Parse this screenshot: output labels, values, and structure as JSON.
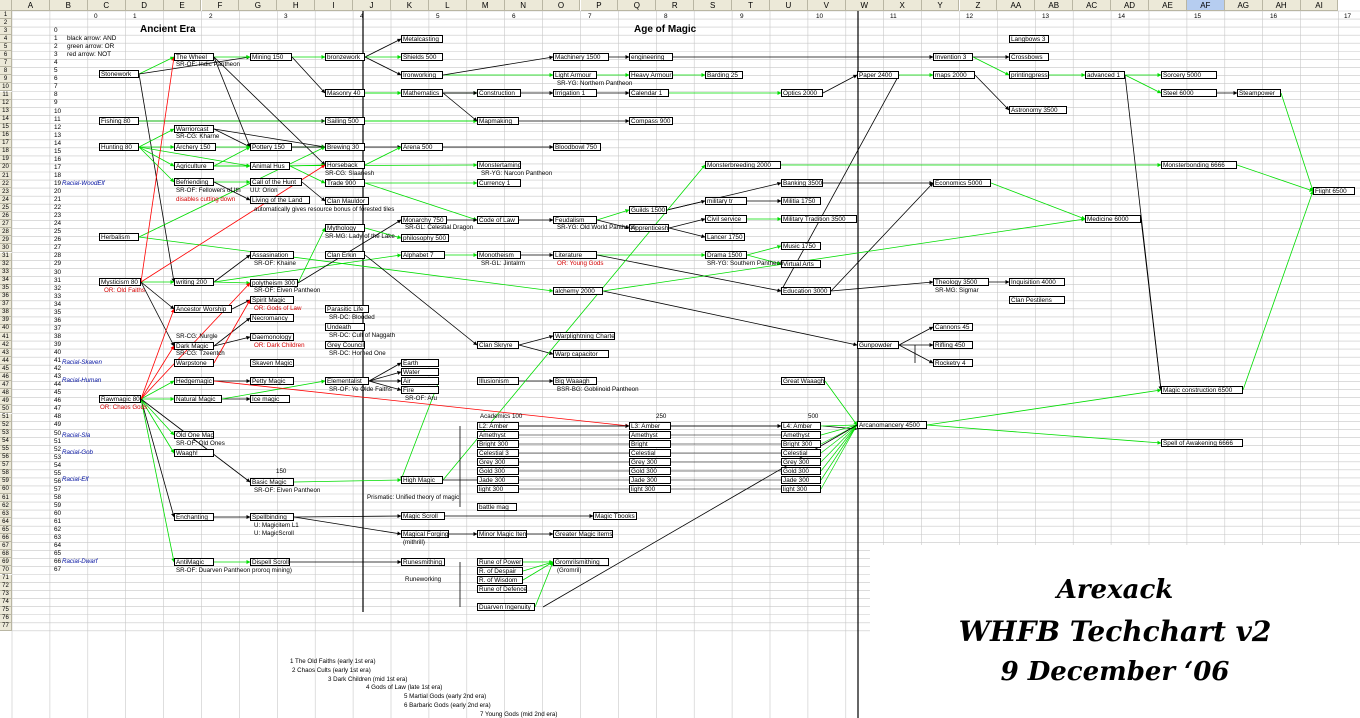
{
  "sheet": {
    "columns": [
      "A",
      "B",
      "C",
      "D",
      "E",
      "F",
      "G",
      "H",
      "I",
      "J",
      "K",
      "L",
      "M",
      "N",
      "O",
      "P",
      "Q",
      "R",
      "S",
      "T",
      "U",
      "V",
      "W",
      "X",
      "Y",
      "Z",
      "AA",
      "AB",
      "AC",
      "AD",
      "AE",
      "AF",
      "AG",
      "AH",
      "AI"
    ],
    "selected_column": "AF",
    "row_count": 77,
    "legend": [
      "black arrow: AND",
      "green arrow: OR",
      "red arrow: NOT"
    ],
    "era_headings": {
      "ancient": "Ancient  Era",
      "magic": "Age of Magic"
    },
    "level_numbers": [
      "0",
      "1",
      "2",
      "3",
      "4",
      "5",
      "6",
      "7",
      "8",
      "9",
      "10",
      "11",
      "12",
      "13",
      "14",
      "15",
      "16",
      "17"
    ],
    "index_col": [
      "0",
      "1",
      "2",
      "3",
      "4",
      "5",
      "6",
      "7",
      "8",
      "9",
      "10",
      "11",
      "12",
      "13",
      "14",
      "15",
      "16",
      "17",
      "18",
      "19",
      "20",
      "21",
      "22",
      "23",
      "24",
      "25",
      "26",
      "27",
      "28",
      "29",
      "30",
      "31",
      "32",
      "33",
      "34",
      "35",
      "36",
      "37",
      "38",
      "39",
      "40",
      "41",
      "42",
      "43",
      "44",
      "45",
      "46",
      "47",
      "48",
      "49",
      "50",
      "51",
      "52",
      "53",
      "54",
      "55",
      "56",
      "57",
      "58",
      "59",
      "60",
      "61",
      "62",
      "63",
      "64",
      "65",
      "66",
      "67"
    ],
    "tiers": [
      "Academics 100",
      "250",
      "500"
    ],
    "footnotes": [
      "1 The Old Faiths (early 1st era)",
      "2 Chaos Cults (early 1st era)",
      "3 Dark Children (mid 1st era)",
      "4 Gods of Law (late 1st era)",
      "5 Martial Gods (early 2nd era)",
      "6 Barbaric Gods (early 2nd era)",
      "7 Young Gods (mid 2nd era)"
    ]
  },
  "title": {
    "author": "Arexack",
    "name": "WHFB Techchart v2",
    "date": "9  December ‘06"
  },
  "techs": [
    {
      "id": "stonework",
      "label": "Stonework"
    },
    {
      "id": "fishing",
      "label": "Fishing 80"
    },
    {
      "id": "hunting",
      "label": "Hunting 80"
    },
    {
      "id": "herbalism",
      "label": "Herbalism"
    },
    {
      "id": "mysticism",
      "label": "Mysticism 80"
    },
    {
      "id": "rawmagic",
      "label": "Rawmagic 80"
    },
    {
      "id": "thewheel",
      "label": "The Wheel"
    },
    {
      "id": "warriorcast",
      "label": "Warriorcast"
    },
    {
      "id": "archery",
      "label": "Archery 150"
    },
    {
      "id": "agriculture",
      "label": "Agriculture"
    },
    {
      "id": "befriending",
      "label": "Befriending"
    },
    {
      "id": "writing",
      "label": "writing 200"
    },
    {
      "id": "ancestor",
      "label": "Ancestor Worship"
    },
    {
      "id": "darkmagic",
      "label": "Dark Magic"
    },
    {
      "id": "warpstone",
      "label": "Warpstone"
    },
    {
      "id": "hedgemagic",
      "label": "Hedgemagic"
    },
    {
      "id": "naturalmagic",
      "label": "Natural Magic"
    },
    {
      "id": "oldones",
      "label": "Old One Magic"
    },
    {
      "id": "waaagh",
      "label": "Waagh!"
    },
    {
      "id": "enchanting",
      "label": "Enchanting"
    },
    {
      "id": "antimagic",
      "label": "AntiMagic"
    },
    {
      "id": "mining",
      "label": "Mining 150"
    },
    {
      "id": "pottery",
      "label": "Pottery 150"
    },
    {
      "id": "animalhus",
      "label": "Animal Hus"
    },
    {
      "id": "callhunt",
      "label": "Call of the Hunt"
    },
    {
      "id": "livingland",
      "label": "Living of the Land"
    },
    {
      "id": "assasination",
      "label": "Assasination"
    },
    {
      "id": "polytheism",
      "label": "polytheism 300"
    },
    {
      "id": "spiritmagic",
      "label": "Spirit Magic"
    },
    {
      "id": "necromancy",
      "label": "Necromancy"
    },
    {
      "id": "daemonology",
      "label": "Daemonology"
    },
    {
      "id": "skavenmagic",
      "label": "Skaven Magic"
    },
    {
      "id": "pettymagic",
      "label": "Petty Magic"
    },
    {
      "id": "icemagic",
      "label": "Ice magic"
    },
    {
      "id": "basicmagic",
      "label": "Basic Magic"
    },
    {
      "id": "spellbinding",
      "label": "Spellbinding"
    },
    {
      "id": "dispell",
      "label": "Dispell Scroll"
    },
    {
      "id": "bronzework",
      "label": "bronzework"
    },
    {
      "id": "masonry",
      "label": "Masonry 40"
    },
    {
      "id": "sailing",
      "label": "Sailing 500"
    },
    {
      "id": "brewing",
      "label": "Brewing 30"
    },
    {
      "id": "horseback",
      "label": "Horseback"
    },
    {
      "id": "trade",
      "label": "Trade 900"
    },
    {
      "id": "clanmauldor",
      "label": "Clan Mauldor"
    },
    {
      "id": "mythology",
      "label": "Mythology"
    },
    {
      "id": "clanerkin",
      "label": "Clan Erkin"
    },
    {
      "id": "parasitic",
      "label": "Parasitic Life"
    },
    {
      "id": "undeath",
      "label": "Undeath"
    },
    {
      "id": "greycouncil",
      "label": "Grey Council"
    },
    {
      "id": "elementalist",
      "label": "Elementalist"
    },
    {
      "id": "metalcasting",
      "label": "Metalcasting"
    },
    {
      "id": "shields",
      "label": "Shields 500"
    },
    {
      "id": "ironworking",
      "label": "Ironworking"
    },
    {
      "id": "mathematics",
      "label": "Mathematics"
    },
    {
      "id": "arena",
      "label": "Arena 500"
    },
    {
      "id": "monarchy",
      "label": "Monarchy 750"
    },
    {
      "id": "philosophy",
      "label": "philosophy 500"
    },
    {
      "id": "alphabet",
      "label": "Alphabet 7"
    },
    {
      "id": "earth",
      "label": "Earth"
    },
    {
      "id": "water",
      "label": "Water"
    },
    {
      "id": "air",
      "label": "Air"
    },
    {
      "id": "fire",
      "label": "Fire"
    },
    {
      "id": "highmagic",
      "label": "High Magic"
    },
    {
      "id": "magicscroll",
      "label": "Magic Scroll"
    },
    {
      "id": "magicforging",
      "label": "Magical Forging"
    },
    {
      "id": "runesmithing",
      "label": "Runesmithing"
    },
    {
      "id": "construction",
      "label": "Construction"
    },
    {
      "id": "mapmaking",
      "label": "Mapmaking"
    },
    {
      "id": "monsterterm",
      "label": "Monstertaming"
    },
    {
      "id": "currency",
      "label": "Currency 1"
    },
    {
      "id": "codeoflaw",
      "label": "Code of Law"
    },
    {
      "id": "monotheism",
      "label": "Monotheism"
    },
    {
      "id": "illusionism",
      "label": "Illusionism"
    },
    {
      "id": "clanskryre",
      "label": "Clan Skryre"
    },
    {
      "id": "minormagic",
      "label": "Minor Magic Items"
    },
    {
      "id": "runeofpower",
      "label": "Rune of Power"
    },
    {
      "id": "runedespair",
      "label": "R. of Despair"
    },
    {
      "id": "runewisdom",
      "label": "R. of Wisdom"
    },
    {
      "id": "runedefence",
      "label": "Rune of Defence"
    },
    {
      "id": "duarven",
      "label": "Duarven Ingenuity"
    },
    {
      "id": "machinery",
      "label": "Machinery 1500"
    },
    {
      "id": "lightarmour",
      "label": "Light Armour"
    },
    {
      "id": "irrigation",
      "label": "Irrigation 1"
    },
    {
      "id": "bloodbowl",
      "label": "Bloodbowl 750"
    },
    {
      "id": "feudalism",
      "label": "Feudalism"
    },
    {
      "id": "literature",
      "label": "Literature"
    },
    {
      "id": "alchemy",
      "label": "alchemy 2000"
    },
    {
      "id": "warplightning",
      "label": "Warplightning Charter"
    },
    {
      "id": "warpcapacitor",
      "label": "Warp capacitor"
    },
    {
      "id": "bigwaaagh",
      "label": "Big Waaagh"
    },
    {
      "id": "greatermagic",
      "label": "Greater Magic items"
    },
    {
      "id": "magictbooks",
      "label": "Magic Tbooks"
    },
    {
      "id": "gromrilsmith",
      "label": "Gromrilsmithing"
    },
    {
      "id": "engineering",
      "label": "engineering"
    },
    {
      "id": "heavyarmour",
      "label": "Heavy Armour"
    },
    {
      "id": "calendar",
      "label": "Calendar 1"
    },
    {
      "id": "compass",
      "label": "Compass 900"
    },
    {
      "id": "guilds",
      "label": "Guilds 1500"
    },
    {
      "id": "apprentice",
      "label": "Apprenticeship"
    },
    {
      "id": "barding",
      "label": "Barding 25"
    },
    {
      "id": "monsterbreed",
      "label": "Monsterbreeding 2000"
    },
    {
      "id": "militarytr",
      "label": "military tr"
    },
    {
      "id": "civilservice",
      "label": "Civil service"
    },
    {
      "id": "lancer",
      "label": "Lancer 1750"
    },
    {
      "id": "drama",
      "label": "Drama 1500"
    },
    {
      "id": "optics",
      "label": "Optics 2000"
    },
    {
      "id": "banking",
      "label": "Banking 3500"
    },
    {
      "id": "militia",
      "label": "Militia 1750"
    },
    {
      "id": "militarytradition",
      "label": "Military Tradition 3500"
    },
    {
      "id": "music",
      "label": "Music 1750"
    },
    {
      "id": "virtualarts",
      "label": "Virtual Arts"
    },
    {
      "id": "education",
      "label": "Education 3000"
    },
    {
      "id": "greatwaaagh",
      "label": "Great Waaagh!"
    },
    {
      "id": "paper",
      "label": "Paper 2400"
    },
    {
      "id": "gunpowder",
      "label": "Gunpowder"
    },
    {
      "id": "arcanomancy",
      "label": "Arcanomancery 4500"
    },
    {
      "id": "invention",
      "label": "Invention 3"
    },
    {
      "id": "maps",
      "label": "maps 2000"
    },
    {
      "id": "astronomy",
      "label": "Astronomy 3500"
    },
    {
      "id": "economics",
      "label": "Economics 5000"
    },
    {
      "id": "theology",
      "label": "Theology 3500"
    },
    {
      "id": "cannons",
      "label": "Cannons 45"
    },
    {
      "id": "rifling",
      "label": "Rifling 450"
    },
    {
      "id": "rocketry",
      "label": "Rocketry 4"
    },
    {
      "id": "langbows",
      "label": "Langbows 3"
    },
    {
      "id": "crossbows",
      "label": "Crossbows"
    },
    {
      "id": "printingpress",
      "label": "printingpress"
    },
    {
      "id": "inquisition",
      "label": "Inquisition 4000"
    },
    {
      "id": "clanpestilens",
      "label": "Clan Pestilens"
    },
    {
      "id": "advanced",
      "label": "advanced 1"
    },
    {
      "id": "medicine",
      "label": "Medicine 6000"
    },
    {
      "id": "sorcery",
      "label": "Sorcery 5000"
    },
    {
      "id": "steel",
      "label": "Steel 6000"
    },
    {
      "id": "monsterbond",
      "label": "Monsterbonding 6666"
    },
    {
      "id": "magicconstruction",
      "label": "Magic construction 6500"
    },
    {
      "id": "spellawakening",
      "label": "Spell of Awakening 6666"
    },
    {
      "id": "steampower",
      "label": "Steampower"
    },
    {
      "id": "flight",
      "label": "Flight 6500"
    }
  ],
  "lores": {
    "l2": [
      "L2: Amber",
      "Amethyst",
      "Bright 300",
      "Celestial 3",
      "Grey 300",
      "Gold 300",
      "Jade 300",
      "light 300"
    ],
    "l3": [
      "L3: Amber",
      "Amethyst",
      "Bright",
      "Celestial",
      "Grey 300",
      "Gold 300",
      "Jade 300",
      "light 300"
    ],
    "l4": [
      "L4: Amber",
      "Amethyst",
      "Bright 300",
      "Celestial",
      "Grey 300",
      "Gold 300",
      "Jade 300",
      "light 300"
    ],
    "battlemag": "battle mag"
  },
  "notes": [
    {
      "id": "srindic",
      "text": "SR-OF: Indic Pantheon",
      "color": "black"
    },
    {
      "id": "srkharne",
      "text": "SR-CG: Kharne",
      "color": "black"
    },
    {
      "id": "fellowers",
      "text": "SR-OF: Fellowers of Ith",
      "color": "black"
    },
    {
      "id": "orion",
      "text": "UU: Orion",
      "color": "black"
    },
    {
      "id": "disables",
      "text": "disables cutting down",
      "color": "red"
    },
    {
      "id": "autom",
      "text": "automatically gives resource bonus of forested tiles",
      "color": "black"
    },
    {
      "id": "srkhaine",
      "text": "SR-OF: Khaine",
      "color": "black"
    },
    {
      "id": "srelven1",
      "text": "SR-OF: Elven Pantheon",
      "color": "black"
    },
    {
      "id": "ordlaw",
      "text": "OR: Gods of Law",
      "color": "red"
    },
    {
      "id": "ordark",
      "text": "OR: Dark Children",
      "color": "red"
    },
    {
      "id": "srnurgle",
      "text": "SR-CG: Nurgle",
      "color": "black"
    },
    {
      "id": "srtzeentch",
      "text": "SR-CG: Tzeentch",
      "color": "black"
    },
    {
      "id": "oroldfaiths",
      "text": "OR: Old Faiths",
      "color": "red"
    },
    {
      "id": "orchaos",
      "text": "OR: Chaos Gods",
      "color": "red"
    },
    {
      "id": "sroldones",
      "text": "SR-OF: Old Ones",
      "color": "black"
    },
    {
      "id": "srelven2",
      "text": "SR-OF: Elven Pantheon",
      "color": "black"
    },
    {
      "id": "umagicitem",
      "text": "U: Magicitem L1",
      "color": "black"
    },
    {
      "id": "umagicscroll",
      "text": "U: MagicScroll",
      "color": "black"
    },
    {
      "id": "srduarven",
      "text": "SR-OF: Duarven Pantheon proroq mining)",
      "color": "black"
    },
    {
      "id": "srslaanesh",
      "text": "SR-CG: Slaanesh",
      "color": "black"
    },
    {
      "id": "srmglady",
      "text": "SR-MG: Lady of the Lake",
      "color": "black"
    },
    {
      "id": "srdcblooded",
      "text": "SR-DC: Blooded",
      "color": "black"
    },
    {
      "id": "srdccult",
      "text": "SR-DC: Cult of Naggath",
      "color": "black"
    },
    {
      "id": "srdchorned",
      "text": "SR-DC: Horned One",
      "color": "black"
    },
    {
      "id": "sroldfaiths",
      "text": "SR-OF: Ye Olde Faiths",
      "color": "black"
    },
    {
      "id": "srofaru",
      "text": "SR-OF: Aru",
      "color": "black"
    },
    {
      "id": "prismatic",
      "text": "Prismatic: Unified theory of magic",
      "color": "black"
    },
    {
      "id": "mithril",
      "text": "(mithrill)",
      "color": "black"
    },
    {
      "id": "runeworking",
      "text": "Runeworking",
      "color": "black"
    },
    {
      "id": "srglcelestial",
      "text": "SR-GL: Celestial Dragon",
      "color": "black"
    },
    {
      "id": "srvgnorthern",
      "text": "SR-YG: Northern Pantheon",
      "color": "black"
    },
    {
      "id": "srvgnarcon",
      "text": "SR-YG: Narcon Pantheon",
      "color": "black"
    },
    {
      "id": "srgljintalrm",
      "text": "SR-GL: Jintalrm",
      "color": "black"
    },
    {
      "id": "bsrgoblinoid",
      "text": "BSR-BG: Goblinoid Pantheon",
      "color": "black"
    },
    {
      "id": "gromril",
      "text": "(Gromril)",
      "color": "black"
    },
    {
      "id": "srvgoldworld",
      "text": "SR-YG: Old World Pantheon",
      "color": "black"
    },
    {
      "id": "oryoung",
      "text": "OR: Young Gods",
      "color": "red"
    },
    {
      "id": "srvgsouthern",
      "text": "SR-YG: Southern Pantheon",
      "color": "black"
    },
    {
      "id": "srmgsigmar",
      "text": "SR-MG: Sigmar",
      "color": "black"
    },
    {
      "id": "hedgenote",
      "text": "150",
      "color": "black"
    }
  ],
  "racial": [
    {
      "id": "woodelf",
      "text": "Racial-WoodElf"
    },
    {
      "id": "skaven",
      "text": "Racial-Skaven"
    },
    {
      "id": "human",
      "text": "Racial-Human"
    },
    {
      "id": "slaan",
      "text": "Racial-Sla"
    },
    {
      "id": "goblin",
      "text": "Racial-Gob"
    },
    {
      "id": "elf",
      "text": "Racial-Elf"
    },
    {
      "id": "dwarf",
      "text": "Racial-Dwarf"
    }
  ],
  "colors": {
    "and": "#000000",
    "or": "#00dd00",
    "not": "#ff0000",
    "grid": "#c8c8c8",
    "header": "#ece9d8",
    "selected": "#b6cdf0",
    "racial": "#0010a0"
  }
}
